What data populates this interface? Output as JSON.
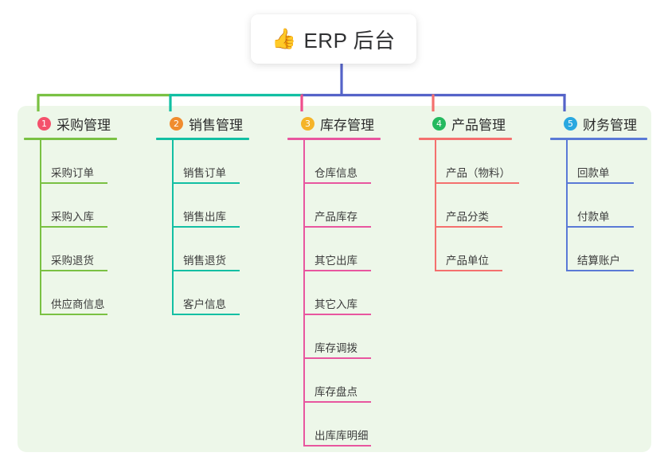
{
  "diagram": {
    "type": "org-tree",
    "title": {
      "icon": "thumbs-up-icon",
      "emoji": "👍",
      "text": "ERP 后台"
    },
    "panel_color": "#edf7e9",
    "root_connector_color": "#5563c8",
    "bar_segments": [
      {
        "name": "green-segment",
        "color": "#7ac143"
      },
      {
        "name": "teal-segment",
        "color": "#12bfa3"
      },
      {
        "name": "blue-segment",
        "color": "#5563c8"
      }
    ],
    "columns": [
      {
        "index": "1",
        "title": "采购管理",
        "badge_color": "#f4516c",
        "line_color": "#7ac143",
        "stub_color": "#7ac143",
        "items": [
          "采购订单",
          "采购入库",
          "采购退货",
          "供应商信息"
        ]
      },
      {
        "index": "2",
        "title": "销售管理",
        "badge_color": "#f08c2e",
        "line_color": "#12bfa3",
        "stub_color": "#12bfa3",
        "items": [
          "销售订单",
          "销售出库",
          "销售退货",
          "客户信息"
        ]
      },
      {
        "index": "3",
        "title": "库存管理",
        "badge_color": "#f5b429",
        "line_color": "#e8569f",
        "stub_color": "#ef4e8c",
        "items": [
          "仓库信息",
          "产品库存",
          "其它出库",
          "其它入库",
          "库存调拨",
          "库存盘点",
          "出库库明细"
        ]
      },
      {
        "index": "4",
        "title": "产品管理",
        "badge_color": "#25b95f",
        "line_color": "#f4706e",
        "stub_color": "#f4706e",
        "items": [
          "产品（物料）",
          "产品分类",
          "产品单位"
        ]
      },
      {
        "index": "5",
        "title": "财务管理",
        "badge_color": "#2aa8e0",
        "line_color": "#5a79d6",
        "stub_color": "#5563c8",
        "items": [
          "回款单",
          "付款单",
          "结算账户"
        ]
      }
    ]
  }
}
